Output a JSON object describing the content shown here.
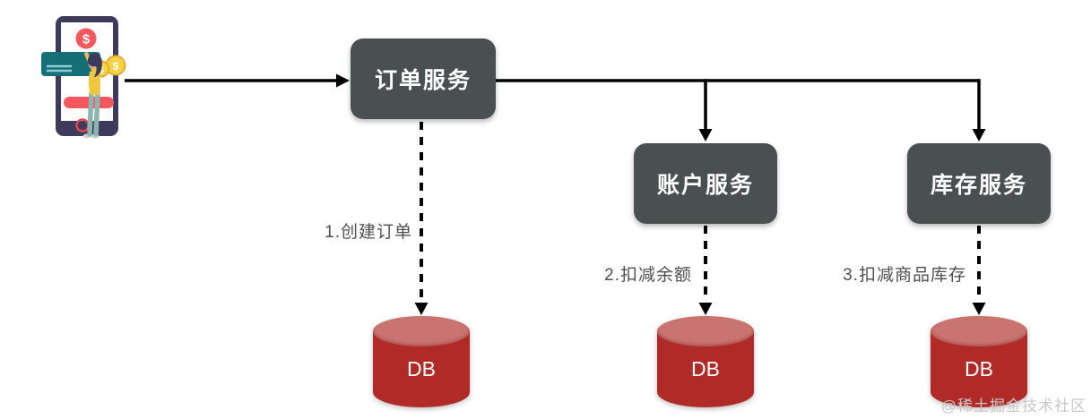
{
  "services": [
    {
      "id": "order",
      "label": "订单服务"
    },
    {
      "id": "account",
      "label": "账户服务"
    },
    {
      "id": "inventory",
      "label": "库存服务"
    }
  ],
  "steps": [
    {
      "label": "1.创建订单"
    },
    {
      "label": "2.扣减余额"
    },
    {
      "label": "3.扣减商品库存"
    }
  ],
  "databases": [
    {
      "label": "DB"
    },
    {
      "label": "DB"
    },
    {
      "label": "DB"
    }
  ],
  "watermark": {
    "text": "@稀土掘金技术社区"
  },
  "illustration": {
    "dollar_symbol": "$"
  },
  "colors": {
    "service_box": "#4a4f50",
    "service_text": "#ffffff",
    "db_body": "#b02a28",
    "db_top": "#c97470",
    "connector_line": "#000000",
    "step_text": "#4f4f4f",
    "watermark_text": "#c8c8c8",
    "phone_frame": "#3e3a5c",
    "accent_red": "#f4575e",
    "card_teal": "#156f77",
    "coin_gold": "#f7d243"
  }
}
